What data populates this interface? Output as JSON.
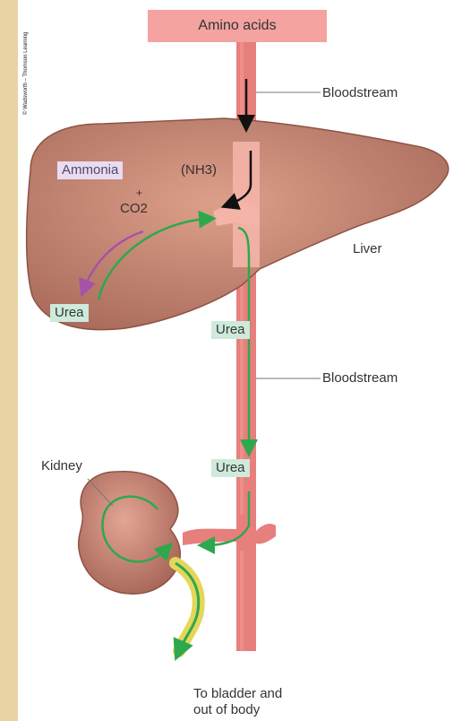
{
  "credit": "© Wadsworth – Thomson Learning",
  "labels": {
    "amino_acids": "Amino acids",
    "bloodstream_top": "Bloodstream",
    "ammonia": "Ammonia",
    "nh3": "(NH3)",
    "plus": "+",
    "co2": "CO2",
    "liver": "Liver",
    "urea_liver": "Urea",
    "urea_mid": "Urea",
    "bloodstream_mid": "Bloodstream",
    "kidney": "Kidney",
    "urea_low": "Urea",
    "bladder_line1": "To bladder and",
    "bladder_line2": "out of body"
  },
  "colors": {
    "background": "#e9d3a4",
    "vessel": "#e77f7c",
    "liver": "#c98a74",
    "kidney": "#c77e6e",
    "urea_box": "#cfe9db",
    "ammonia_box": "#e8dcf2",
    "amino_box": "#f4a3a0",
    "green_arrow": "#2ea84c",
    "purple_arrow": "#a552a8",
    "ureter": "#e5d65a"
  }
}
